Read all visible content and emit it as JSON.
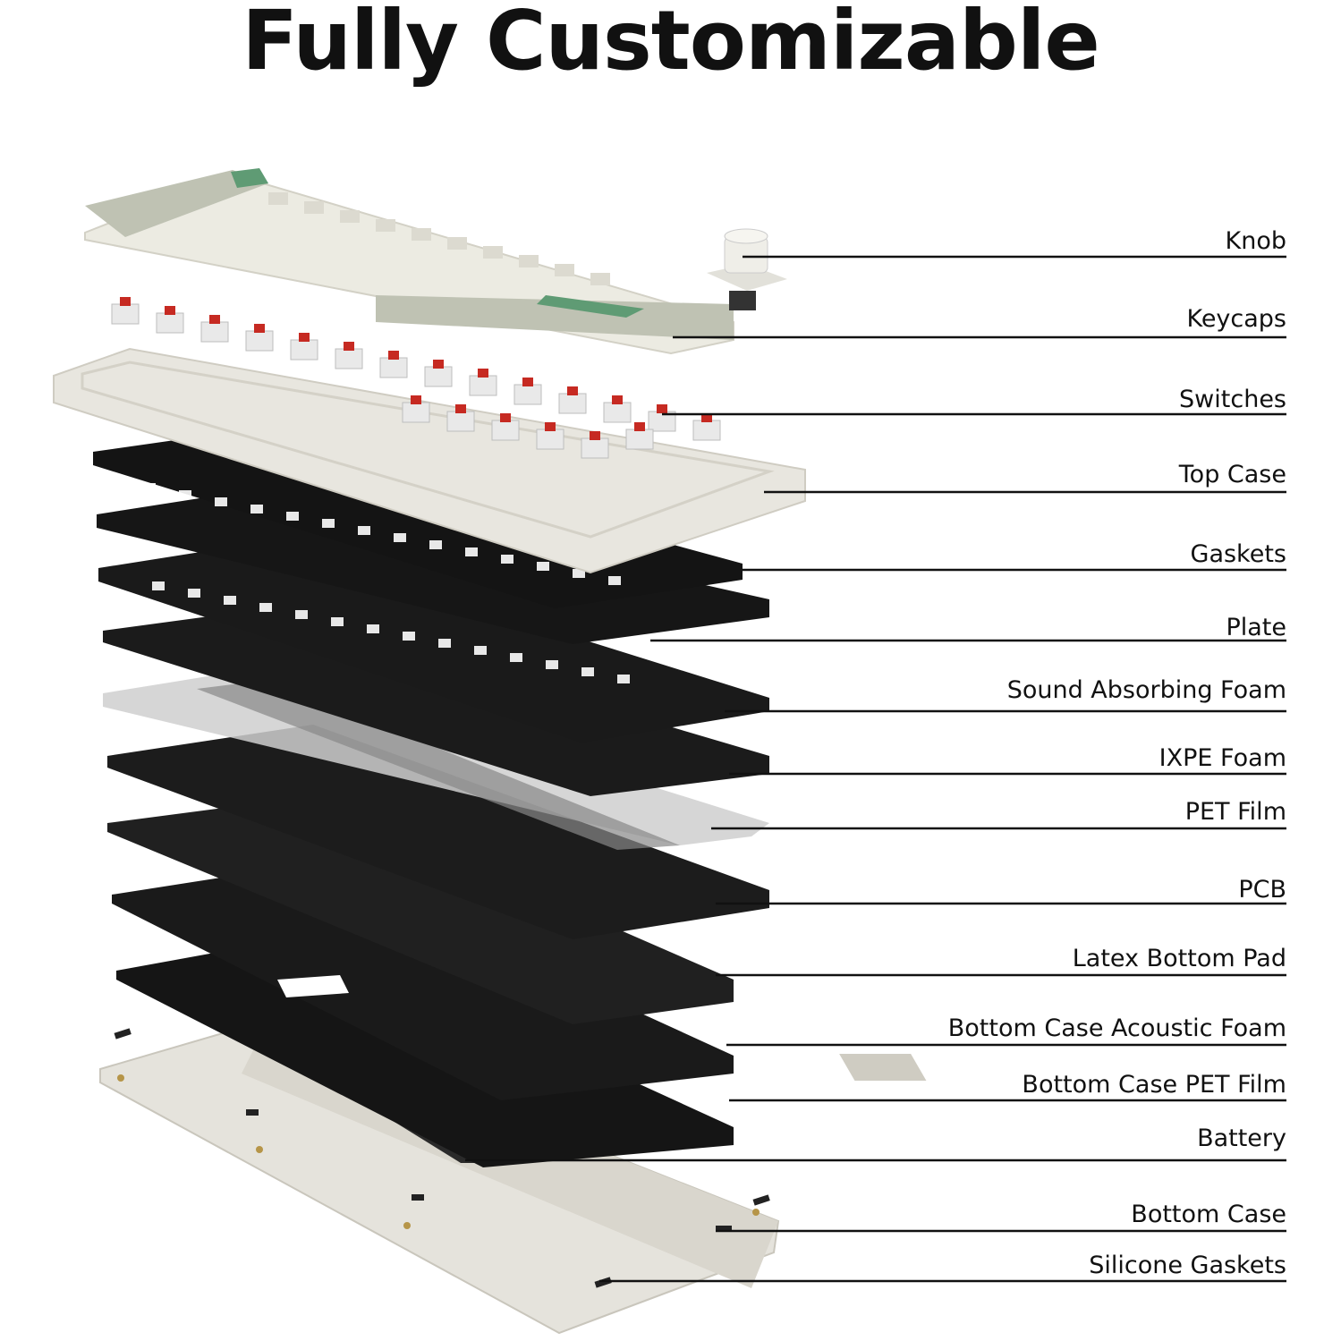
{
  "title": "Fully Customizable",
  "labels": [
    "Knob",
    "Keycaps",
    "Switches",
    "Top Case",
    "Gaskets",
    "Plate",
    "Sound Absorbing Foam",
    "IXPE Foam",
    "PET Film",
    "PCB",
    "Latex Bottom Pad",
    "Bottom Case Acoustic Foam",
    "Bottom Case PET Film",
    "Battery",
    "Bottom Case",
    "Silicone Gaskets"
  ],
  "colors": {
    "case": "#e5e3dc",
    "keycap": "#ecebe2",
    "keycap_mod": "#bfc2b3",
    "accent": "#5f9b74",
    "switch_red": "#c62a22",
    "plate": "#1b1b1b",
    "text": "#111111"
  }
}
